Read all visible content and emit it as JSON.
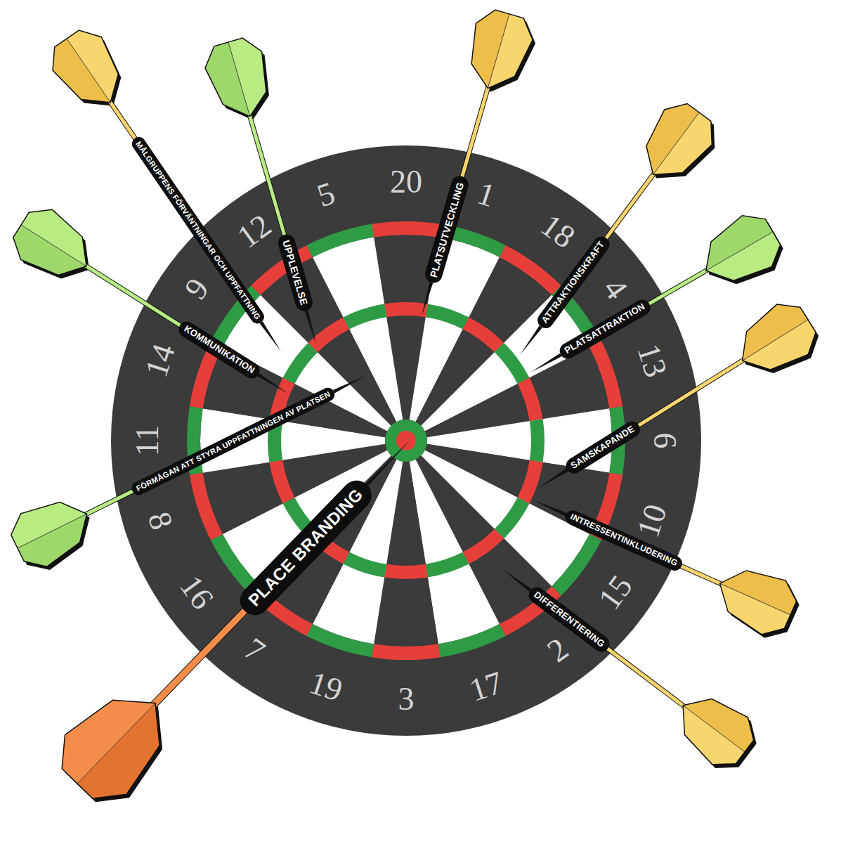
{
  "diagram": {
    "labels": [
      "20",
      "1",
      "18",
      "4",
      "13",
      "6",
      "10",
      "15",
      "2",
      "17",
      "3",
      "19",
      "7",
      "16",
      "8",
      "11",
      "14",
      "9",
      "12",
      "5",
      "MÅLGRUPPENS FÖRVÄNTNINGAR OCH UPPFATTNING",
      "UPPLEVELSE",
      "PLATSUTVECKLING",
      "ATTRAKTIONSKRAFT",
      "PLATSATTRAKTION",
      "SAMSKAPANDE",
      "INTRESSENTINKLUDERING",
      "DIFFERENTIERING",
      "PLACE BRANDING",
      "FÖRMÅGAN ATT STYRA UPPFATTNINGEN AV PLATSEN",
      "KOMMUNIKATION"
    ]
  }
}
